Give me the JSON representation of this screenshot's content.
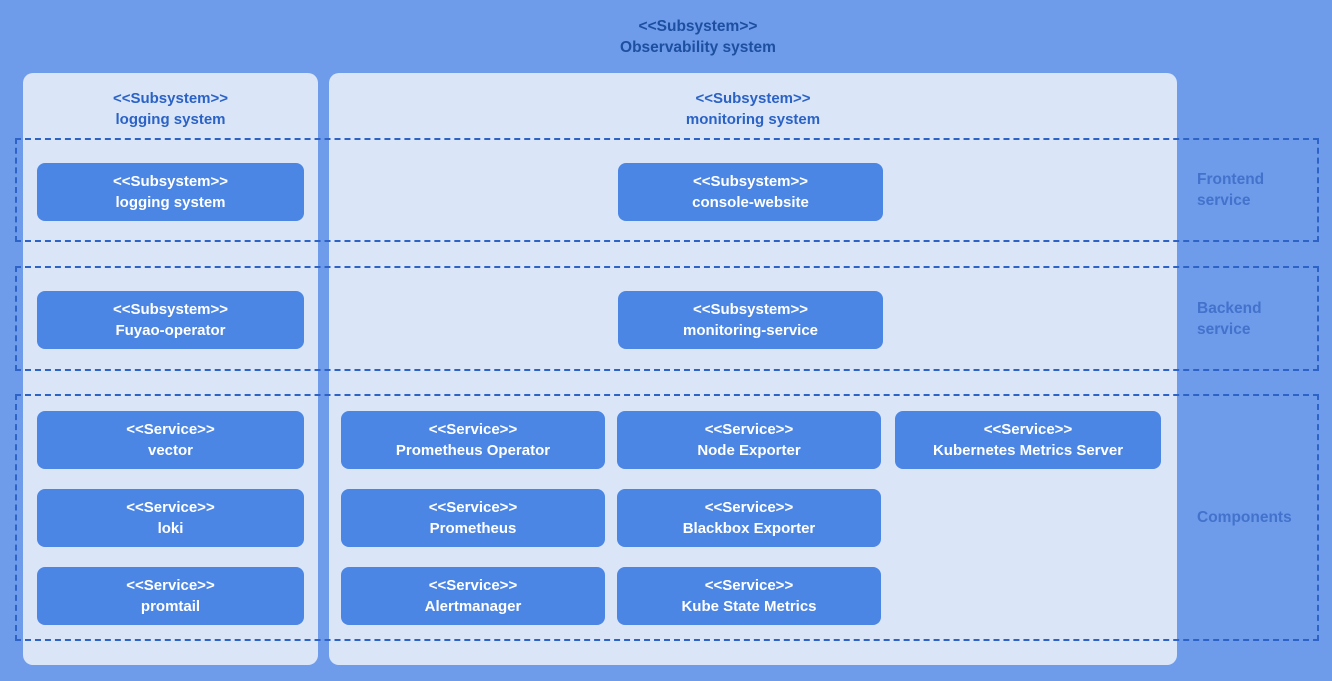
{
  "diagram_title": {
    "stereotype": "<<Subsystem>>",
    "name": "Observability system"
  },
  "panels": [
    {
      "id": "logging-system",
      "stereotype": "<<Subsystem>>",
      "name": "logging system"
    },
    {
      "id": "monitoring-system",
      "stereotype": "<<Subsystem>>",
      "name": "monitoring system"
    }
  ],
  "layers": [
    {
      "id": "frontend-service",
      "label": "Frontend service"
    },
    {
      "id": "backend-service",
      "label": "Backend service"
    },
    {
      "id": "components",
      "label": "Components"
    }
  ],
  "nodes": [
    {
      "id": "logging-system",
      "stereotype": "<<Subsystem>>",
      "name": "logging system"
    },
    {
      "id": "fuyao-operator",
      "stereotype": "<<Subsystem>>",
      "name": "Fuyao-operator"
    },
    {
      "id": "vector",
      "stereotype": "<<Service>>",
      "name": "vector"
    },
    {
      "id": "loki",
      "stereotype": "<<Service>>",
      "name": "loki"
    },
    {
      "id": "promtail",
      "stereotype": "<<Service>>",
      "name": "promtail"
    },
    {
      "id": "console-website",
      "stereotype": "<<Subsystem>>",
      "name": "console-website"
    },
    {
      "id": "monitoring-service",
      "stereotype": "<<Subsystem>>",
      "name": "monitoring-service"
    },
    {
      "id": "prometheus-operator",
      "stereotype": "<<Service>>",
      "name": "Prometheus Operator"
    },
    {
      "id": "node-exporter",
      "stereotype": "<<Service>>",
      "name": "Node Exporter"
    },
    {
      "id": "kubernetes-metrics-server",
      "stereotype": "<<Service>>",
      "name": "Kubernetes Metrics Server"
    },
    {
      "id": "prometheus",
      "stereotype": "<<Service>>",
      "name": "Prometheus"
    },
    {
      "id": "blackbox-exporter",
      "stereotype": "<<Service>>",
      "name": "Blackbox Exporter"
    },
    {
      "id": "alertmanager",
      "stereotype": "<<Service>>",
      "name": "Alertmanager"
    },
    {
      "id": "kube-state-metrics",
      "stereotype": "<<Service>>",
      "name": "Kube State Metrics"
    }
  ],
  "colors": {
    "background": "#6e9bea",
    "panel_fill": "#dae6f7",
    "node_fill": "#4b86e5",
    "node_text": "#ffffff",
    "layer_border": "#2d63c6",
    "panel_header_text": "#2b62c6",
    "title_text": "#1d4fa0",
    "layer_label_text": "#4372cc"
  }
}
